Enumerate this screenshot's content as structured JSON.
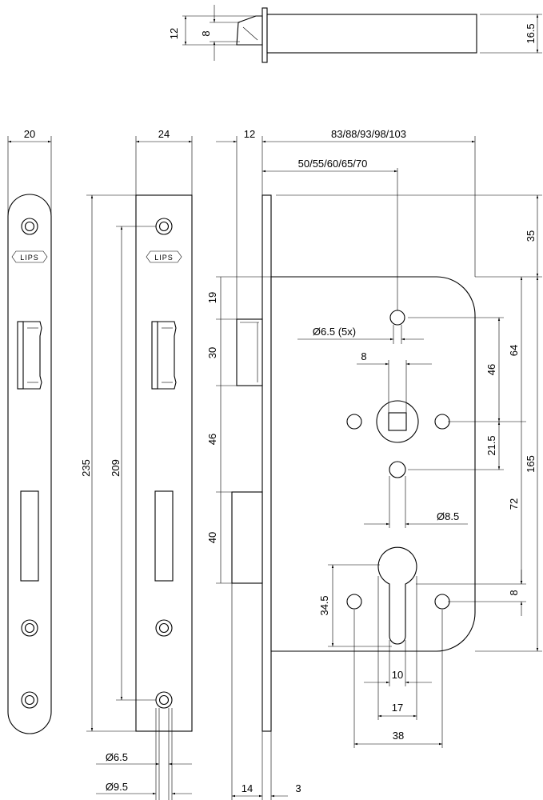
{
  "logo": "LIPS",
  "dims": {
    "latch_12": "12",
    "latch_8": "8",
    "latch_16_5": "16.5",
    "plate_w_20": "20",
    "plate_w_24": "24",
    "forend_12": "12",
    "backset_total": "83/88/93/98/103",
    "backset": "50/55/60/65/70",
    "h_235": "235",
    "h_209": "209",
    "d_19": "19",
    "d_30": "30",
    "d_46_left": "46",
    "d_40": "40",
    "d_35": "35",
    "d_64": "64",
    "d_46_right": "46",
    "d_21_5": "21.5",
    "d_165": "165",
    "d_72": "72",
    "d_8_right": "8",
    "d_34_5": "34.5",
    "hole_6_5_5x": "Ø6.5 (5x)",
    "spindle_8": "8",
    "hole_8_5": "Ø8.5",
    "cyl_10": "10",
    "cyl_17": "17",
    "cyl_38": "38",
    "screw_6_5": "Ø6.5",
    "screw_9_5": "Ø9.5",
    "forend_14": "14",
    "forend_3": "3"
  }
}
